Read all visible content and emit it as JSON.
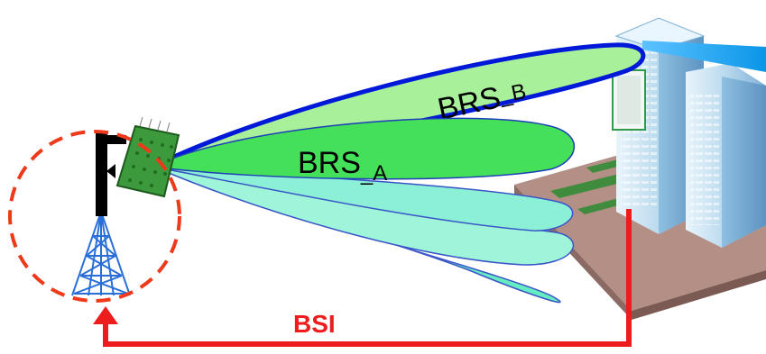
{
  "beams": {
    "beam_a": {
      "label": "BRS",
      "subscript": "_A"
    },
    "beam_b": {
      "label": "BRS",
      "subscript": "_B"
    }
  },
  "feedback": {
    "label": "BSI"
  },
  "colors": {
    "feedback_arrow": "#ee1c1c",
    "beam_a_fill": "#44e05a",
    "beam_b_fill": "#a8f09a",
    "beam_b_outline": "#0018d8",
    "side_lobe_fill": "#8ff0d0",
    "side_lobe_outline": "#3a55c8",
    "dashed_circle": "#ee3a1a",
    "tower": "#2a6fd8",
    "panel": "#3c9a3c",
    "building": "#a9cde6",
    "ue_beam": "#1aa0f0"
  },
  "icons": [
    "cell-tower-icon",
    "antenna-panel-icon",
    "office-building-icon",
    "ue-terminal-icon"
  ]
}
